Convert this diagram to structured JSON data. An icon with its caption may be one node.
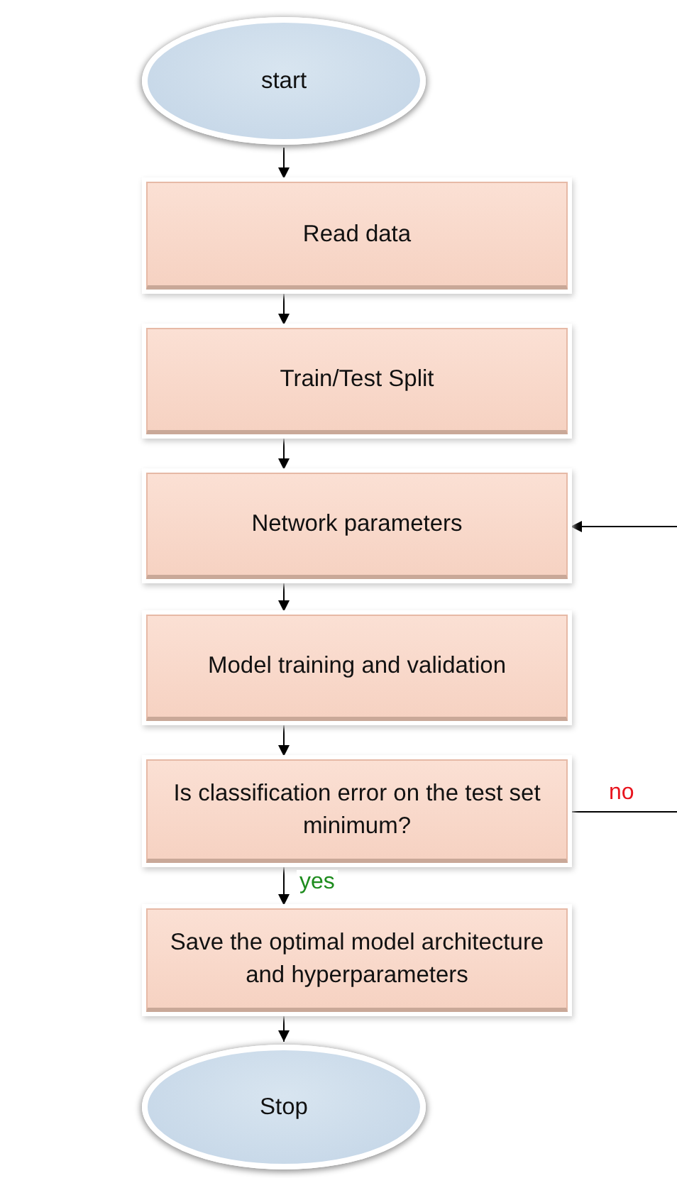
{
  "diagram": {
    "nodes": [
      {
        "text": [
          "start"
        ]
      },
      {
        "text": [
          "Read data"
        ]
      },
      {
        "text": [
          "Train/Test Split"
        ]
      },
      {
        "text": [
          "Network parameters"
        ]
      },
      {
        "text": [
          "Model training and validation"
        ]
      },
      {
        "text": [
          "Is classification error on the test set minimum?"
        ]
      },
      {
        "text": [
          "Save the optimal model architecture and hyperparameters"
        ]
      },
      {
        "text": [
          "Stop"
        ]
      }
    ],
    "edges": [
      {
        "from": 0,
        "to": 1,
        "arrow": "to"
      },
      {
        "from": 1,
        "to": 2,
        "arrow": "to"
      },
      {
        "from": 2,
        "to": 3,
        "arrow": "to"
      },
      {
        "from": 3,
        "to": 4,
        "arrow": "to"
      },
      {
        "from": 4,
        "to": 5,
        "arrow": "to"
      },
      {
        "from": 5,
        "to": 6,
        "label": "yes",
        "arrow": "to"
      },
      {
        "from": 6,
        "to": 7,
        "arrow": "to"
      },
      {
        "from": 5,
        "to": null,
        "label": "no",
        "arrow": "none"
      },
      {
        "from": null,
        "to": 3,
        "arrow": "to"
      }
    ]
  }
}
